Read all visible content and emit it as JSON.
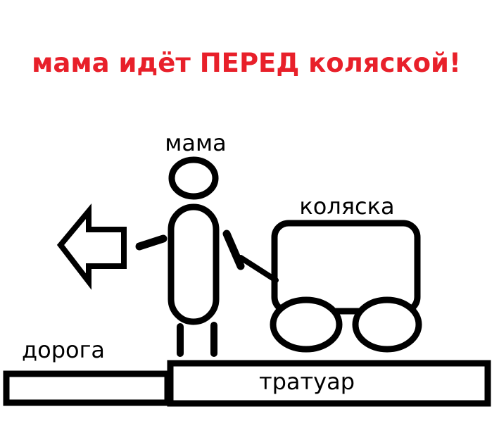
{
  "headline": "мама идёт ПЕРЕД коляской!",
  "labels": {
    "mom": "мама",
    "stroller": "коляска",
    "road": "дорога",
    "sidewalk": "тратуар"
  },
  "colors": {
    "headline": "#e8202a",
    "stroke": "#000000",
    "background": "#ffffff"
  },
  "icons": {
    "direction": "arrow-left-icon"
  }
}
